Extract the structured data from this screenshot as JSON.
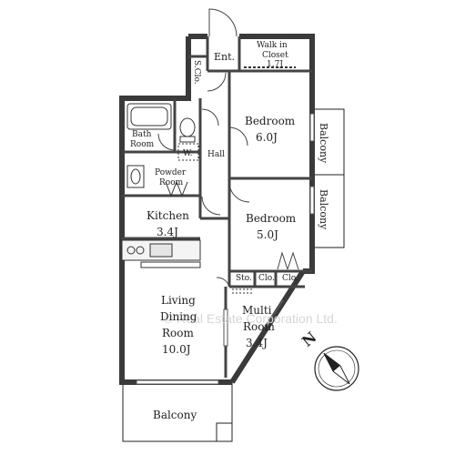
{
  "rooms": {
    "entrance": "Ent.",
    "walk_in_closet": {
      "line1": "Walk in",
      "line2": "Closet",
      "size": "1.7J"
    },
    "shoe_closet": "S.Clo.",
    "bath_room": {
      "line1": "Bath",
      "line2": "Room"
    },
    "washer": "W.",
    "hall": "Hall",
    "powder_room": {
      "line1": "Powder",
      "line2": "Room"
    },
    "bedroom_1": {
      "name": "Bedroom",
      "size": "6.0J"
    },
    "bedroom_2": {
      "name": "Bedroom",
      "size": "5.0J"
    },
    "kitchen": {
      "name": "Kitchen",
      "size": "3.4J"
    },
    "storage": "Sto.",
    "closet_1": "Clo.",
    "closet_2": "Clo.",
    "living": {
      "line1": "Living",
      "line2": "Dining",
      "line3": "Room",
      "size": "10.0J"
    },
    "multi_room": {
      "line1": "Multi",
      "line2": "Room",
      "size": "3.4J"
    },
    "balcony_main": "Balcony",
    "balcony_side_1": "Balcony",
    "balcony_side_2": "Balcony"
  },
  "compass": {
    "label": "N"
  },
  "watermark": "© Real Estate Corporation Ltd."
}
